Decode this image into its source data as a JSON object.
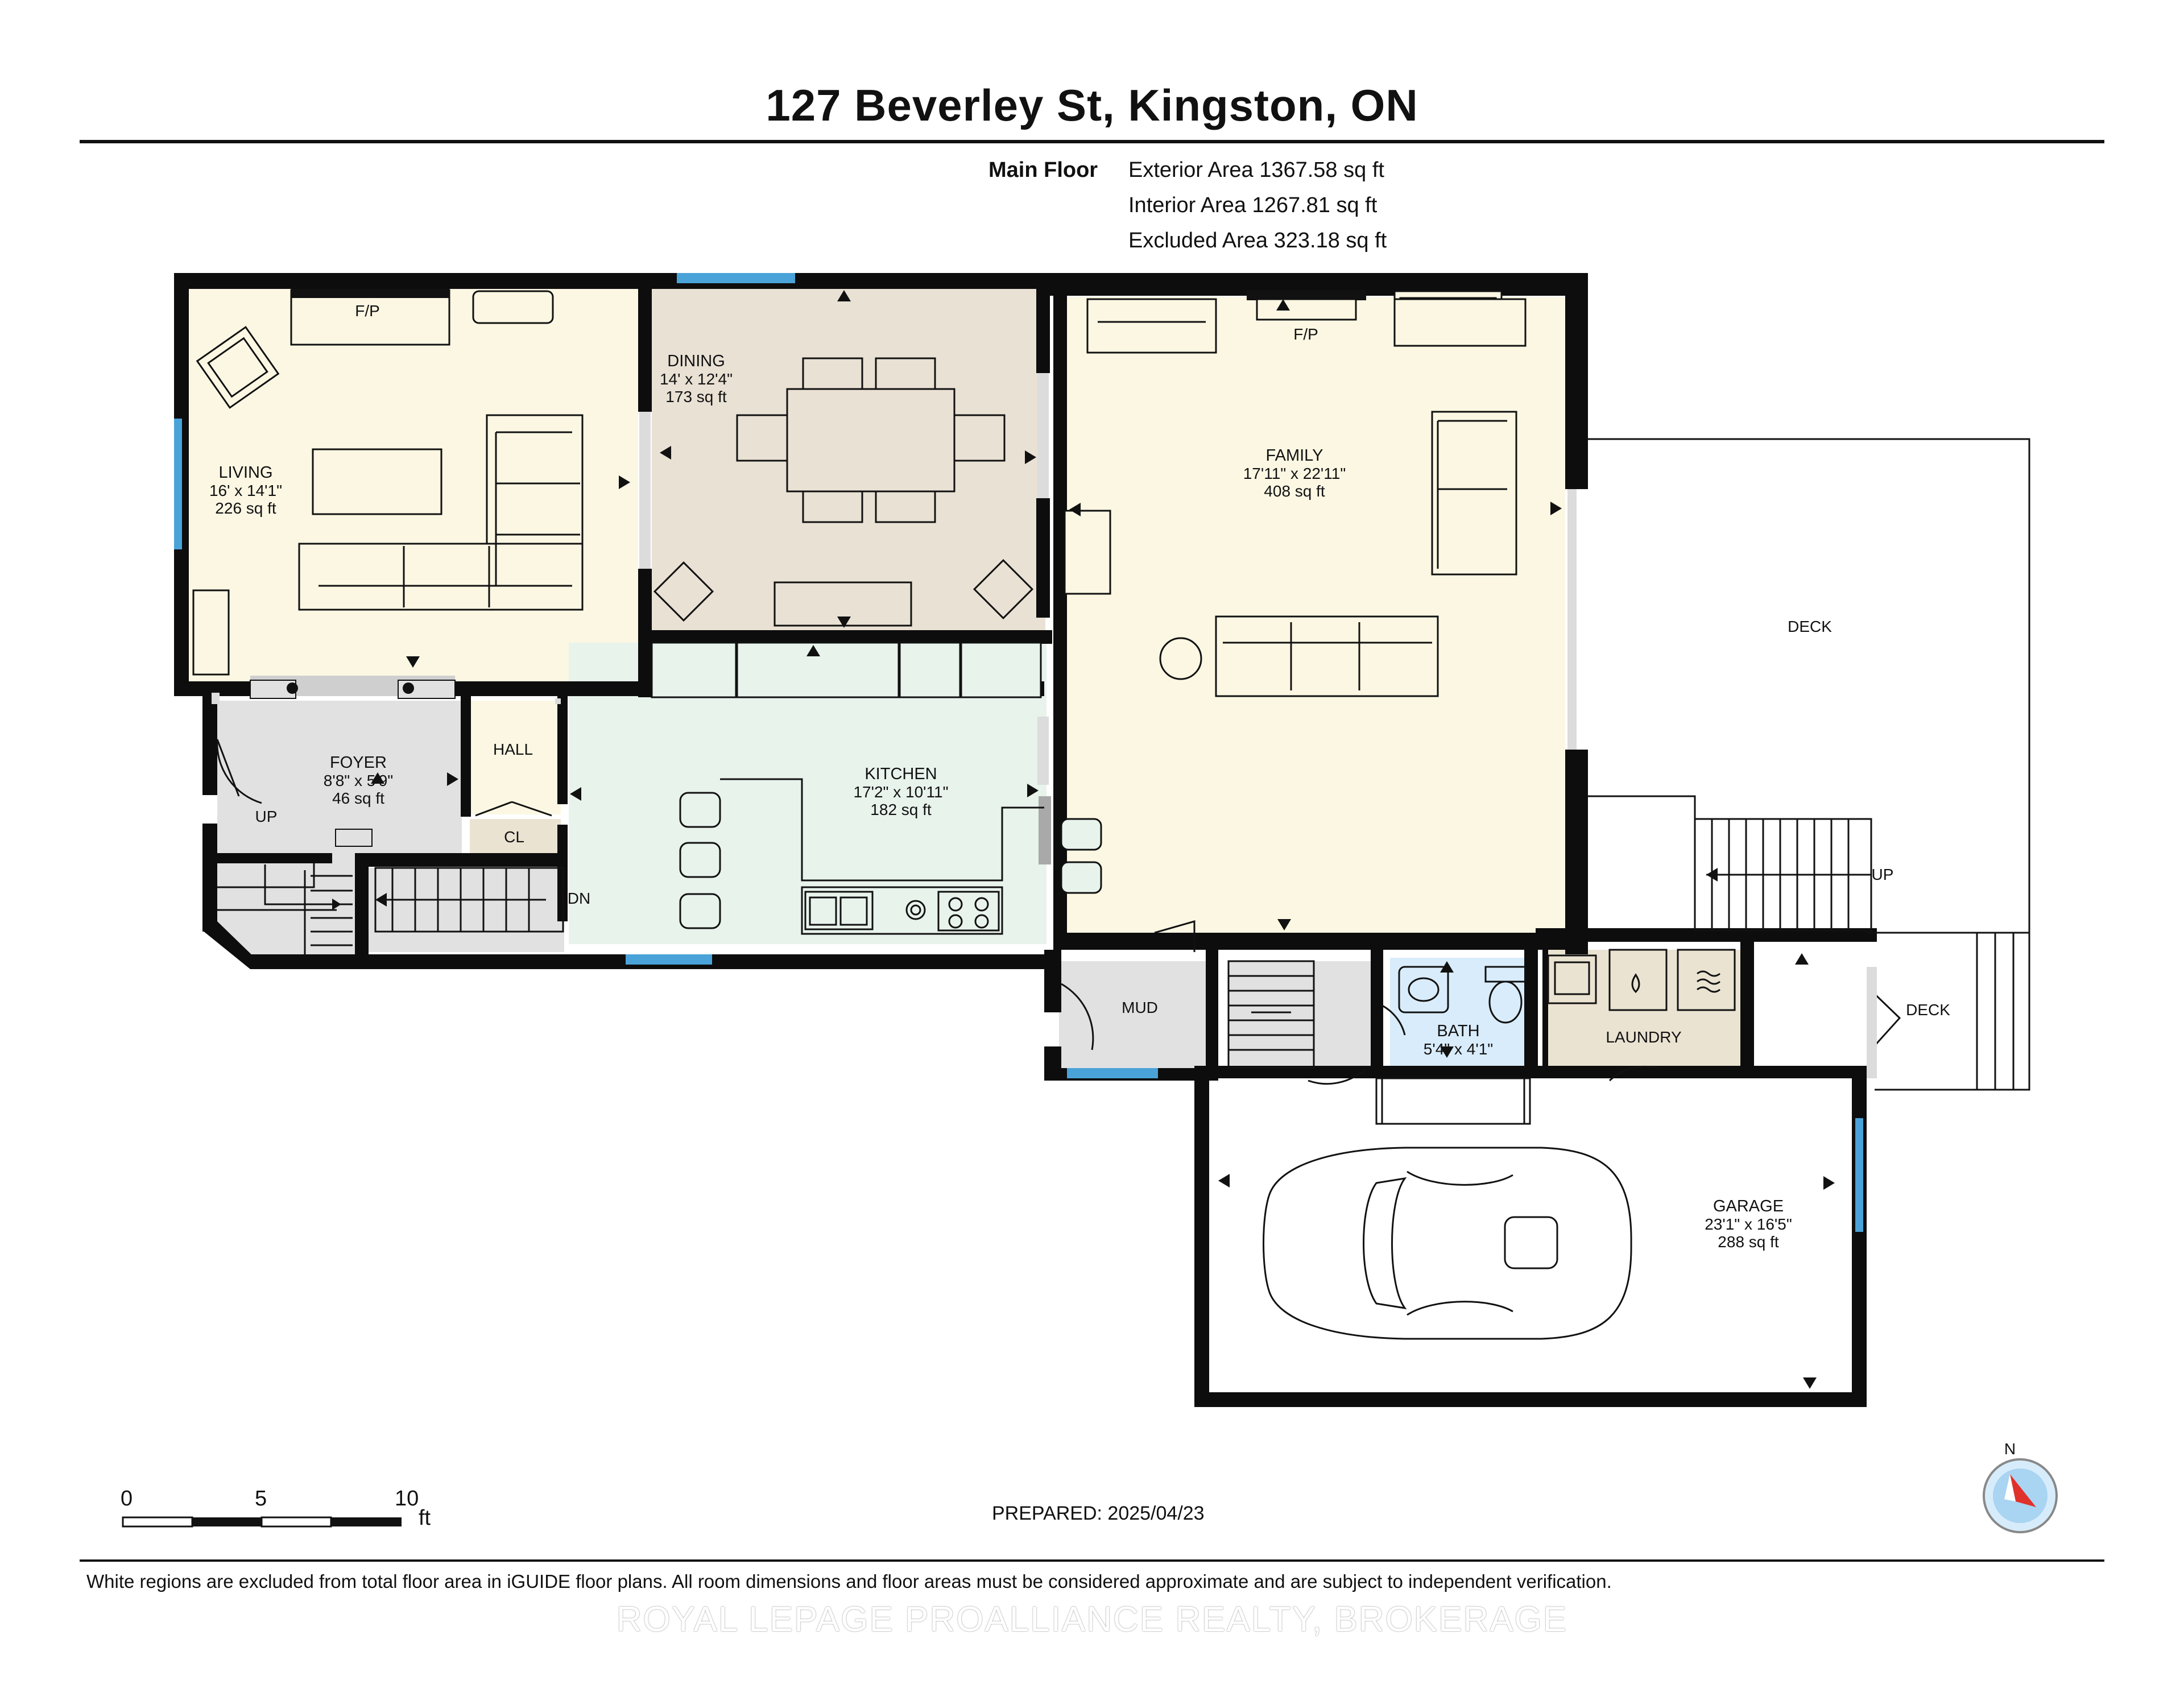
{
  "title": "127 Beverley St, Kingston, ON",
  "summary": {
    "floor_label": "Main Floor",
    "exterior": "Exterior Area 1367.58 sq ft",
    "interior": "Interior Area 1267.81 sq ft",
    "excluded": "Excluded Area 323.18 sq ft"
  },
  "rooms": {
    "living": {
      "name": "LIVING",
      "dims": "16' x 14'1\"",
      "area": "226 sq ft"
    },
    "dining": {
      "name": "DINING",
      "dims": "14' x 12'4\"",
      "area": "173 sq ft"
    },
    "family": {
      "name": "FAMILY",
      "dims": "17'11\" x 22'11\"",
      "area": "408 sq ft"
    },
    "foyer": {
      "name": "FOYER",
      "dims": "8'8\" x 5'9\"",
      "area": "46 sq ft"
    },
    "kitchen": {
      "name": "KITCHEN",
      "dims": "17'2\" x 10'11\"",
      "area": "182 sq ft"
    },
    "garage": {
      "name": "GARAGE",
      "dims": "23'1\" x 16'5\"",
      "area": "288 sq ft"
    },
    "bath": {
      "name": "BATH",
      "dims": "5'4\" x 4'1\""
    }
  },
  "labels": {
    "hall": "HALL",
    "cl": "CL",
    "mud": "MUD",
    "laundry": "LAUNDRY",
    "deck_upper": "DECK",
    "deck_lower": "DECK",
    "fp_living": "F/P",
    "fp_family": "F/P",
    "up_foyer": "UP",
    "dn_stairs": "DN",
    "up_deck": "UP",
    "north": "N"
  },
  "scale": {
    "t0": "0",
    "t5": "5",
    "t10": "10",
    "unit": "ft"
  },
  "prepared": "PREPARED: 2025/04/23",
  "disclaimer": "White regions are excluded from total floor area in iGUIDE floor plans. All room dimensions and floor areas must be considered approximate and are subject to independent verification.",
  "watermark": "ROYAL LEPAGE PROALLIANCE REALTY, BROKERAGE",
  "colors": {
    "living": "#fbf7e3",
    "dining": "#e9e1d4",
    "kitchen": "#e8f3ec",
    "foyer": "#e1e1e1",
    "bath": "#d9ecfb",
    "laundry": "#ebe3d2",
    "wall": "#0d0d0d",
    "window": "#4aa3d8"
  }
}
